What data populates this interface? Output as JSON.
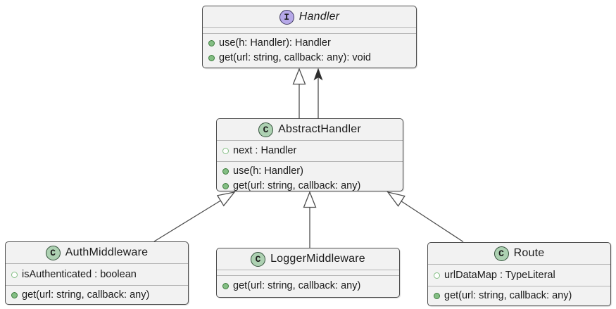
{
  "diagram": {
    "kind": "uml-class-diagram",
    "colors": {
      "box_fill": "#F2F2F2",
      "box_border": "#4D4D4D",
      "separator": "#B4B4B4",
      "interface_circle": "#B6A8E8",
      "class_circle": "#ADD1B2",
      "visibility_green": "#84BE84",
      "line": "#4E4E4E",
      "text": "#1B1B1B"
    }
  },
  "classes": [
    {
      "name": "Handler",
      "kind": "interface",
      "letter": "I",
      "fields": [],
      "methods": [
        "use(h: Handler): Handler",
        "get(url: string, callback: any): void"
      ]
    },
    {
      "name": "AbstractHandler",
      "kind": "class",
      "letter": "C",
      "fields": [
        "next : Handler"
      ],
      "methods": [
        "use(h: Handler)",
        "get(url: string, callback: any)"
      ]
    },
    {
      "name": "AuthMiddleware",
      "kind": "class",
      "letter": "C",
      "fields": [
        "isAuthenticated : boolean"
      ],
      "methods": [
        "get(url: string, callback: any)"
      ]
    },
    {
      "name": "LoggerMiddleware",
      "kind": "class",
      "letter": "C",
      "fields": [],
      "methods": [
        "get(url: string, callback: any)"
      ]
    },
    {
      "name": "Route",
      "kind": "class",
      "letter": "C",
      "fields": [
        "urlDataMap : TypeLiteral"
      ],
      "methods": [
        "get(url: string, callback: any)"
      ]
    }
  ],
  "relations": [
    {
      "from": "AbstractHandler",
      "to": "Handler",
      "type": "generalization"
    },
    {
      "from": "AbstractHandler",
      "to": "Handler",
      "type": "association"
    },
    {
      "from": "AuthMiddleware",
      "to": "AbstractHandler",
      "type": "generalization"
    },
    {
      "from": "LoggerMiddleware",
      "to": "AbstractHandler",
      "type": "generalization"
    },
    {
      "from": "Route",
      "to": "AbstractHandler",
      "type": "generalization"
    }
  ]
}
